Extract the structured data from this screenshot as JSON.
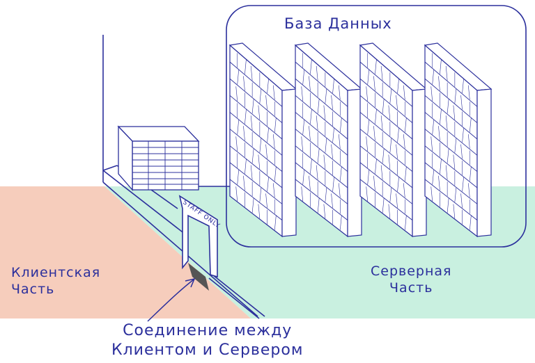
{
  "labels": {
    "database": "База Данных",
    "client_line1": "Клиентская",
    "client_line2": "Часть",
    "server_line1": "Серверная",
    "server_line2": "Часть",
    "connection_line1": "Соединение между",
    "connection_line2": "Клиентом и Сервером",
    "door_sign": "STAFF ONLY"
  },
  "colors": {
    "ink": "#2b2f9c",
    "client_floor": "#f6cdbc",
    "server_floor": "#c9f0e0",
    "door_gap": "#555555"
  }
}
